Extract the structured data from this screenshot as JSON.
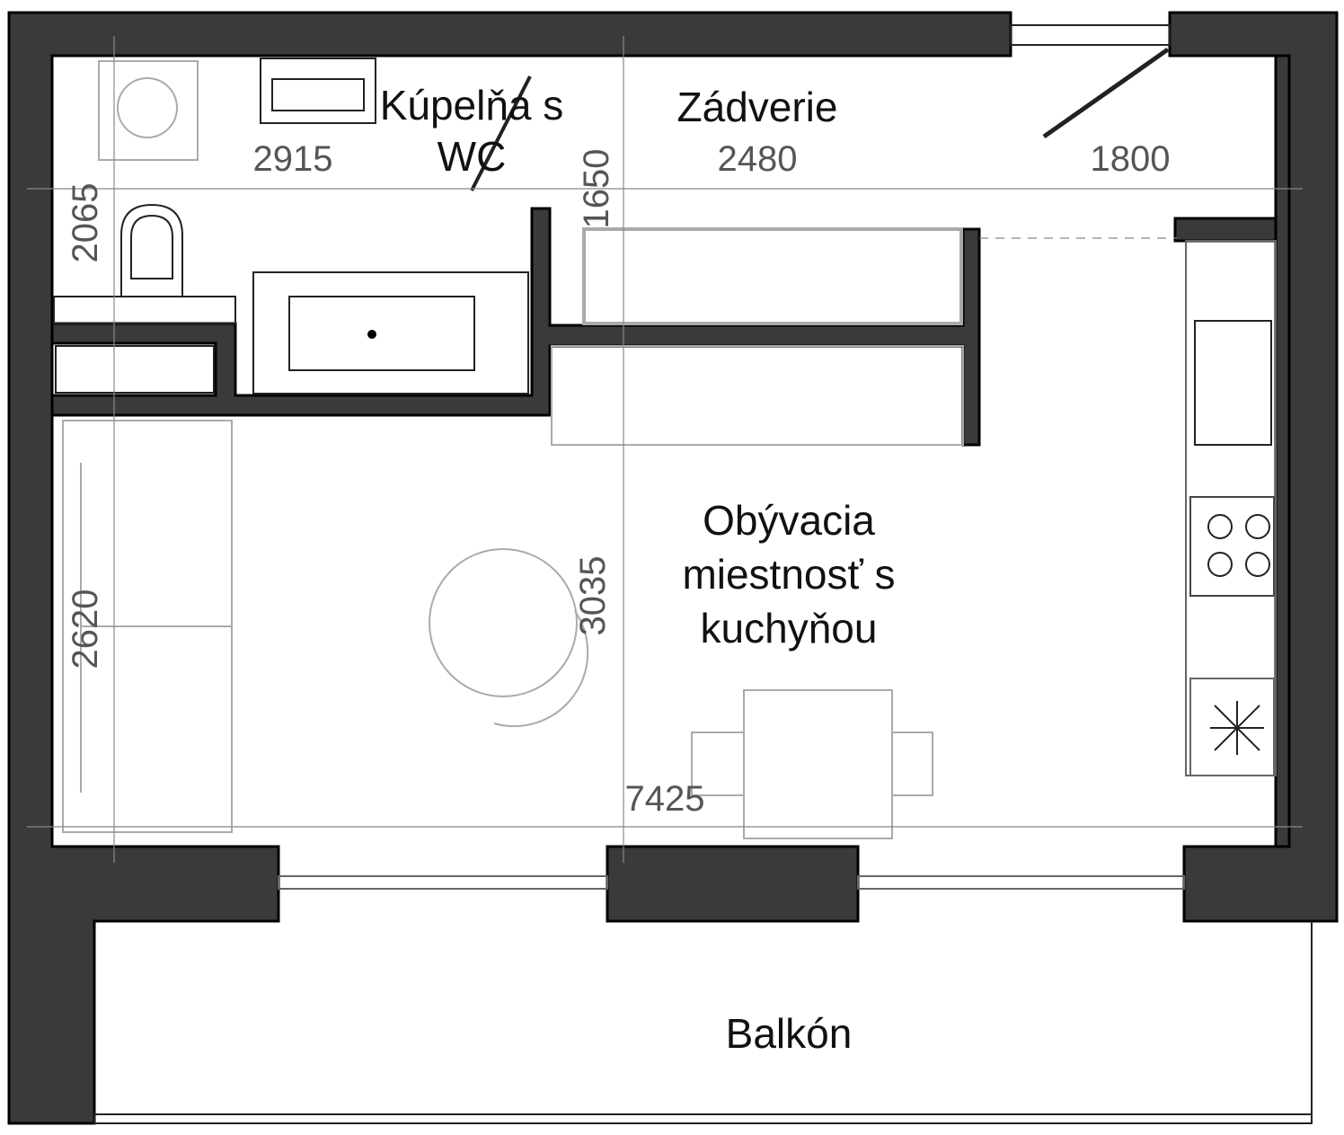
{
  "rooms": {
    "bathroom": [
      "Kúpelňa s",
      "WC"
    ],
    "hallway": "Zádverie",
    "living": [
      "Obývacia",
      "miestnosť s",
      "kuchyňou"
    ],
    "balcony": "Balkón"
  },
  "dimensions": {
    "bath_width": "2915",
    "bath_height": "2065",
    "wall_gap": "1650",
    "hall_width": "2480",
    "hall_right": "1800",
    "living_height_left": "2620",
    "living_height_mid": "3035",
    "living_width": "7425"
  },
  "colors": {
    "wall": "#3a3a3a",
    "furniture": "#aaaaaa"
  }
}
